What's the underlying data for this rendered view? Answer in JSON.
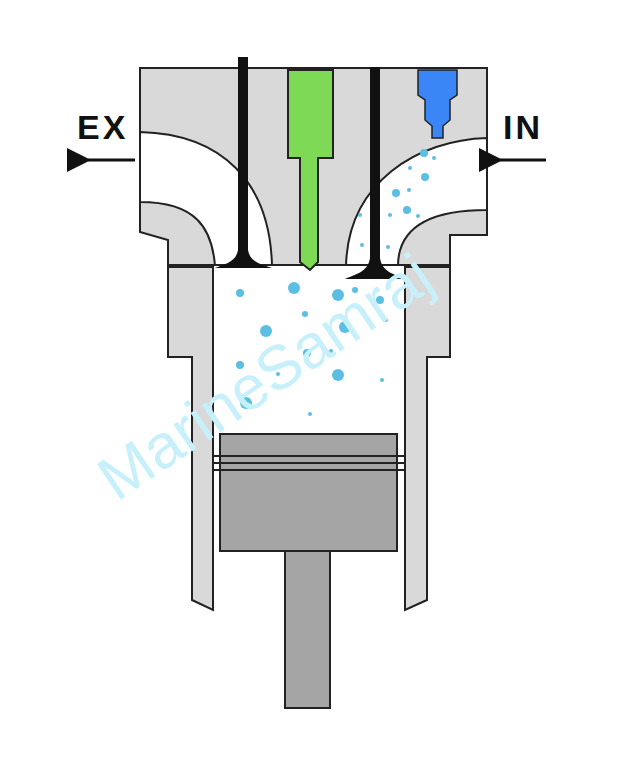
{
  "diagram": {
    "labels": [
      "EX",
      "IN",
      "MarineSamraj"
    ]
  }
}
